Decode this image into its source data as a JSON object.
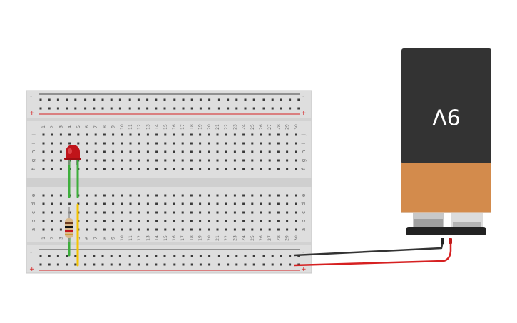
{
  "breadboard": {
    "column_numbers": [
      "1",
      "2",
      "3",
      "4",
      "5",
      "6",
      "7",
      "8",
      "9",
      "10",
      "11",
      "12",
      "13",
      "14",
      "15",
      "16",
      "17",
      "18",
      "19",
      "20",
      "21",
      "22",
      "23",
      "24",
      "25",
      "26",
      "27",
      "28",
      "29",
      "30"
    ],
    "top_row_letters": [
      "j",
      "i",
      "h",
      "g",
      "f"
    ],
    "bottom_row_letters": [
      "e",
      "d",
      "c",
      "b",
      "a"
    ],
    "rail_minus": "-",
    "rail_plus": "+"
  },
  "battery": {
    "label": "9V",
    "colors": {
      "body": "#333333",
      "base": "#d38b4c",
      "cap": "#222222"
    }
  },
  "components": {
    "led": {
      "color": "#c0141a"
    },
    "resistor": {
      "body_color": "#d9b88a"
    },
    "wires": [
      {
        "name": "led-wire-left",
        "color": "#3dae3b"
      },
      {
        "name": "led-wire-right",
        "color": "#3dae3b"
      },
      {
        "name": "jumper-left",
        "color": "#3dae3b"
      },
      {
        "name": "jumper-right",
        "color": "#f5c400"
      },
      {
        "name": "battery-negative-wire",
        "color": "#333333"
      },
      {
        "name": "battery-positive-wire",
        "color": "#d62021"
      }
    ]
  }
}
